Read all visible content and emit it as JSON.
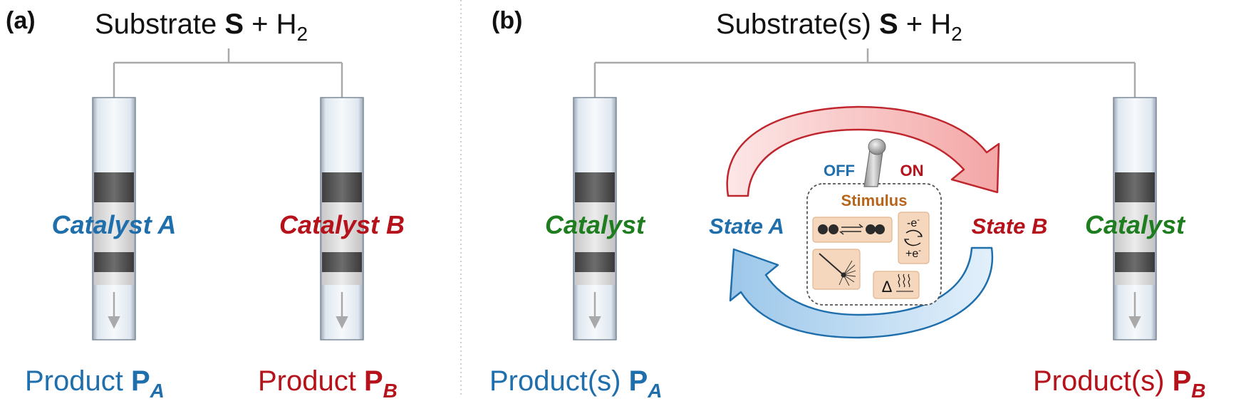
{
  "panel_a": {
    "label": "(a)",
    "feed": {
      "prefix": "Substrate ",
      "s": "S",
      "plus": " + H",
      "sub": "2"
    },
    "catalyst_a": "Catalyst A",
    "catalyst_b": "Catalyst B",
    "product_a": {
      "word": "Product ",
      "p": "P",
      "sub": "A"
    },
    "product_b": {
      "word": "Product ",
      "p": "P",
      "sub": "B"
    }
  },
  "panel_b": {
    "label": "(b)",
    "feed": {
      "prefix": "Substrate(s) ",
      "s": "S",
      "plus": " + H",
      "sub": "2"
    },
    "catalyst_left": "Catalyst",
    "catalyst_right": "Catalyst",
    "state_a": "State A",
    "state_b": "State B",
    "switch_off": "OFF",
    "switch_on": "ON",
    "stimulus": "Stimulus",
    "redox_minus": "-e",
    "redox_plus": "+e",
    "redox_sup": "-",
    "heat_symbol": "Δ",
    "product_a": {
      "word": "Product(s) ",
      "p": "P",
      "sub": "A"
    },
    "product_b": {
      "word": "Product(s) ",
      "p": "P",
      "sub": "B"
    }
  },
  "colors": {
    "blue": "#1f6fad",
    "red": "#b5121b",
    "green": "#1e7d1e",
    "orange": "#b8651c",
    "stimulus_box": "#f5d7bd",
    "gray_line": "#a9a9a9"
  }
}
